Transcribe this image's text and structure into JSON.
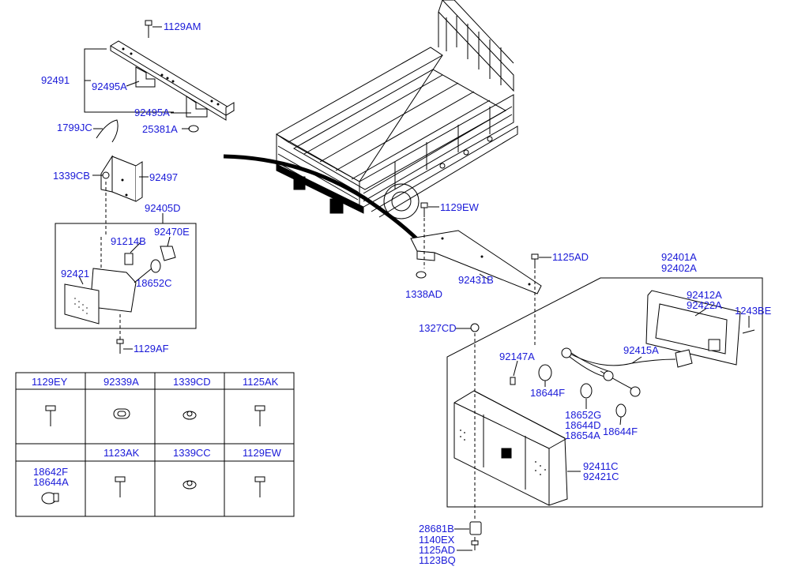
{
  "labels": {
    "p1129AM": "1129AM",
    "p92491": "92491",
    "p92495A_1": "92495A",
    "p92495A_2": "92495A",
    "p1799JC": "1799JC",
    "p25381A": "25381A",
    "p1339CB": "1339CB",
    "p92497": "92497",
    "p92405D": "92405D",
    "p91214B": "91214B",
    "p92470E": "92470E",
    "p92421": "92421",
    "p18652C": "18652C",
    "p1129AF": "1129AF",
    "p1129EW_top": "1129EW",
    "p1125AD_top": "1125AD",
    "p1338AD": "1338AD",
    "p92431B": "92431B",
    "p92401A": "92401A",
    "p92402A": "92402A",
    "p92412A": "92412A",
    "p92422A": "92422A",
    "p1243BE": "1243BE",
    "p1327CD": "1327CD",
    "p92147A": "92147A",
    "p92415A": "92415A",
    "p18644F_1": "18644F",
    "p18652G": "18652G",
    "p18644D": "18644D",
    "p18654A": "18654A",
    "p18644F_2": "18644F",
    "p92411C": "92411C",
    "p92421C": "92421C",
    "p28681B": "28681B",
    "p1140EX": "1140EX",
    "p1125AD_bot": "1125AD",
    "p1123BQ": "1123BQ"
  },
  "parts_table": {
    "row1": [
      "1129EY",
      "92339A",
      "1339CD",
      "1125AK"
    ],
    "row2": [
      "",
      "1123AK",
      "1339CC",
      "1129EW"
    ],
    "cell_18642F": "18642F",
    "cell_18644A": "18644A"
  }
}
